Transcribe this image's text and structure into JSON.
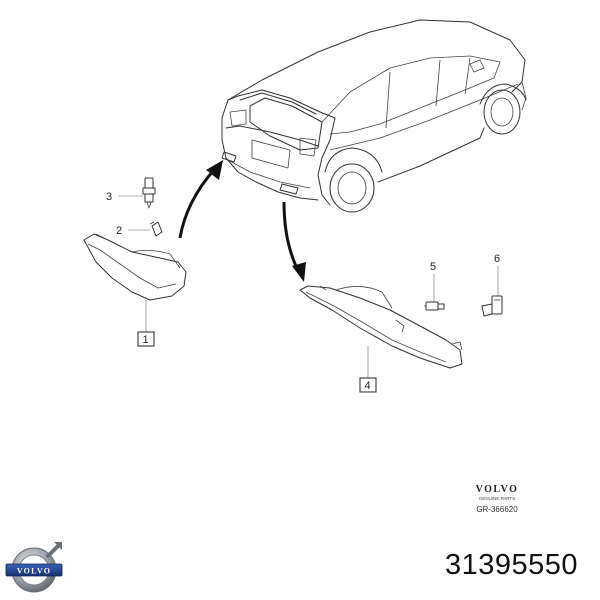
{
  "callouts": {
    "c1": "1",
    "c2": "2",
    "c3": "3",
    "c4": "4",
    "c5": "5",
    "c6": "6"
  },
  "stamp": {
    "brand": "VOLVO",
    "subtitle": "GENUINE PARTS",
    "code": "GR-366620"
  },
  "badge": {
    "brand": "VOLVO"
  },
  "part_number": "31395550",
  "colors": {
    "line": "#333333",
    "badge_blue": "#1d3f8c",
    "badge_ring": "#8a8f96"
  }
}
